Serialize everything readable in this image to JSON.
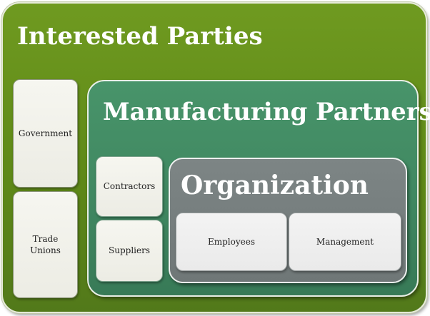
{
  "diagram": {
    "outer": {
      "title": "Interested Parties",
      "items": [
        "Government",
        "Trade\nUnions"
      ]
    },
    "middle": {
      "title": "Manufacturing Partners",
      "items": [
        "Contractors",
        "Suppliers"
      ]
    },
    "inner": {
      "title": "Organization",
      "items": [
        "Employees",
        "Management"
      ]
    }
  },
  "colors": {
    "outer_green": "#6f9a20",
    "middle_green": "#48946a",
    "inner_gray": "#7d8585",
    "card_fill": "#f6f6f0"
  }
}
